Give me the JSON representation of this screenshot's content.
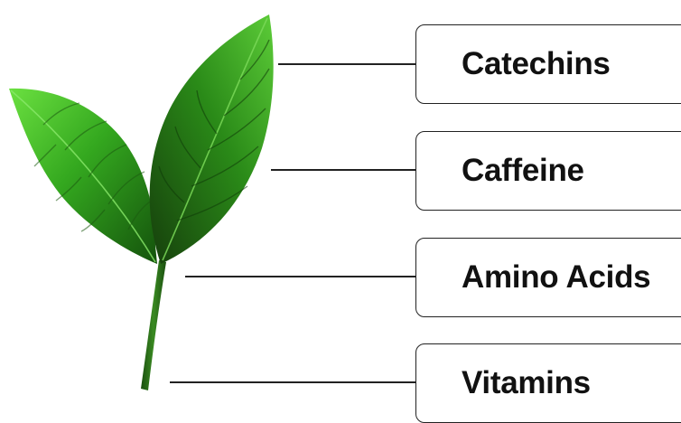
{
  "labels": [
    {
      "text": "Catechins"
    },
    {
      "text": "Caffeine"
    },
    {
      "text": "Amino Acids"
    },
    {
      "text": "Vitamins"
    }
  ],
  "colors": {
    "leaf_dark": "#1f6b12",
    "leaf_mid": "#2f9a1c",
    "leaf_light": "#58d036",
    "stem": "#256416",
    "line": "#222222",
    "box_border": "#222222",
    "text": "#111111"
  },
  "icons": {
    "illustration": "tea-leaf-sprig"
  }
}
